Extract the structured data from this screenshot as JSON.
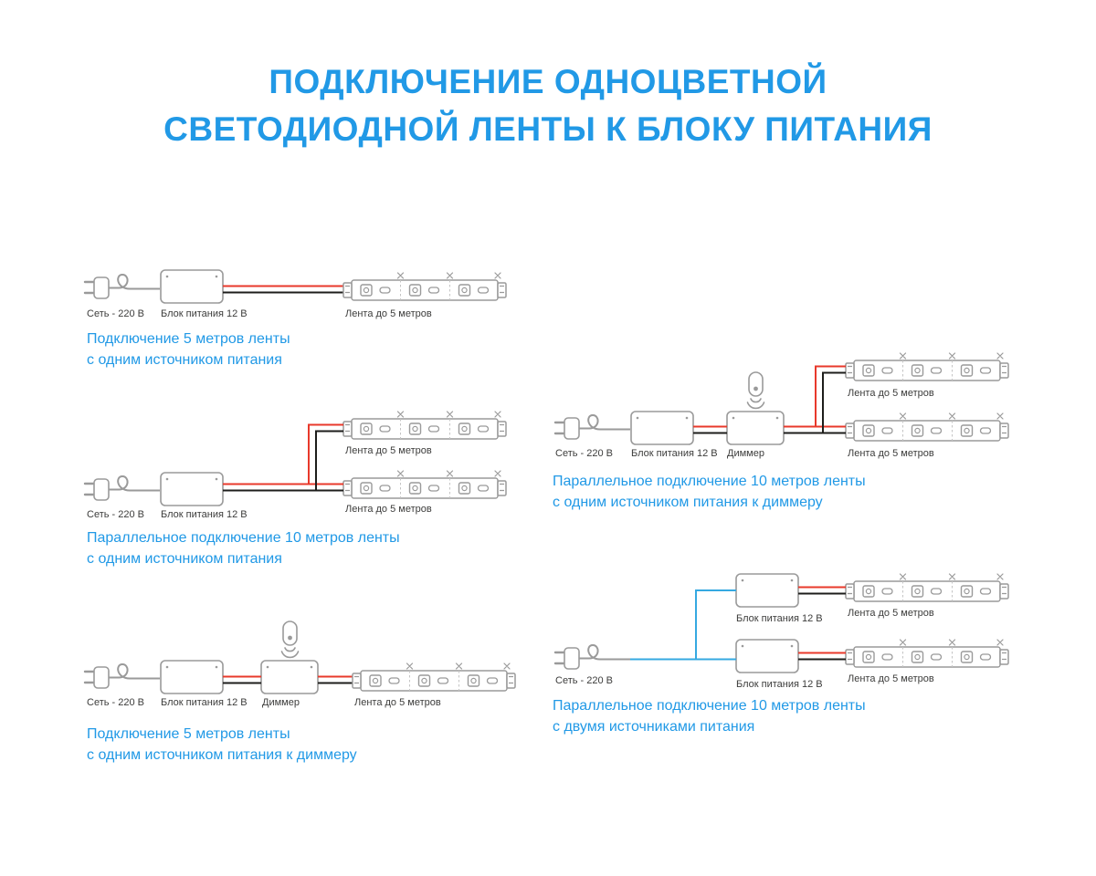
{
  "title": {
    "line1": "ПОДКЛЮЧЕНИЕ ОДНОЦВЕТНОЙ",
    "line2": "СВЕТОДИОДНОЙ ЛЕНТЫ К БЛОКУ ПИТАНИЯ"
  },
  "labels": {
    "mains": "Сеть - 220 В",
    "psu": "Блок питания 12 В",
    "dimmer": "Диммер",
    "strip": "Лента до 5 метров"
  },
  "captions": {
    "d1": {
      "line1": "Подключение 5 метров ленты",
      "line2": "с одним источником питания"
    },
    "d2": {
      "line1": "Параллельное подключение 10 метров ленты",
      "line2": "с одним источником питания"
    },
    "d3": {
      "line1": "Подключение 5 метров ленты",
      "line2": "с одним источником питания к диммеру"
    },
    "d4": {
      "line1": "Параллельное подключение 10 метров ленты",
      "line2": "с одним источником питания к диммеру"
    },
    "d5": {
      "line1": "Параллельное подключение 10 метров ленты",
      "line2": "с двумя источниками питания"
    }
  },
  "colors": {
    "accent": "#2199E6",
    "wire_red": "#E8392B",
    "wire_black": "#1D1D1B",
    "wire_blue": "#35A9E1",
    "outline": "#9A9A9A",
    "label_text": "#3C3C3B"
  }
}
